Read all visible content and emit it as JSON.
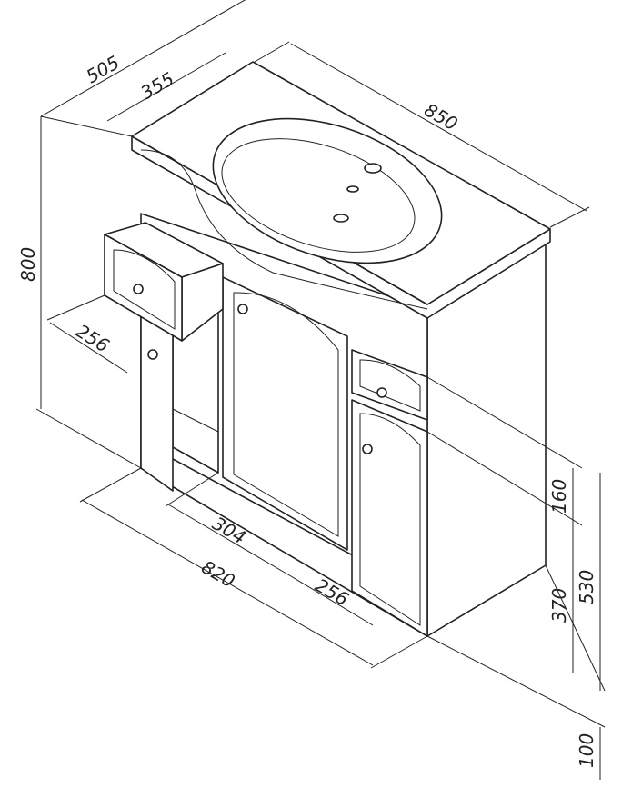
{
  "title": "Vanity unit with washbasin – dimension drawing",
  "dimensions": {
    "depth_total": "505",
    "depth_basin": "355",
    "width_top": "850",
    "height_total": "800",
    "drawer_depth": "256",
    "inner_depth": "304",
    "width_body": "820",
    "side_depth": "256",
    "drawer_height": "160",
    "door_height": "370",
    "body_height": "530",
    "plinth_height": "100"
  }
}
